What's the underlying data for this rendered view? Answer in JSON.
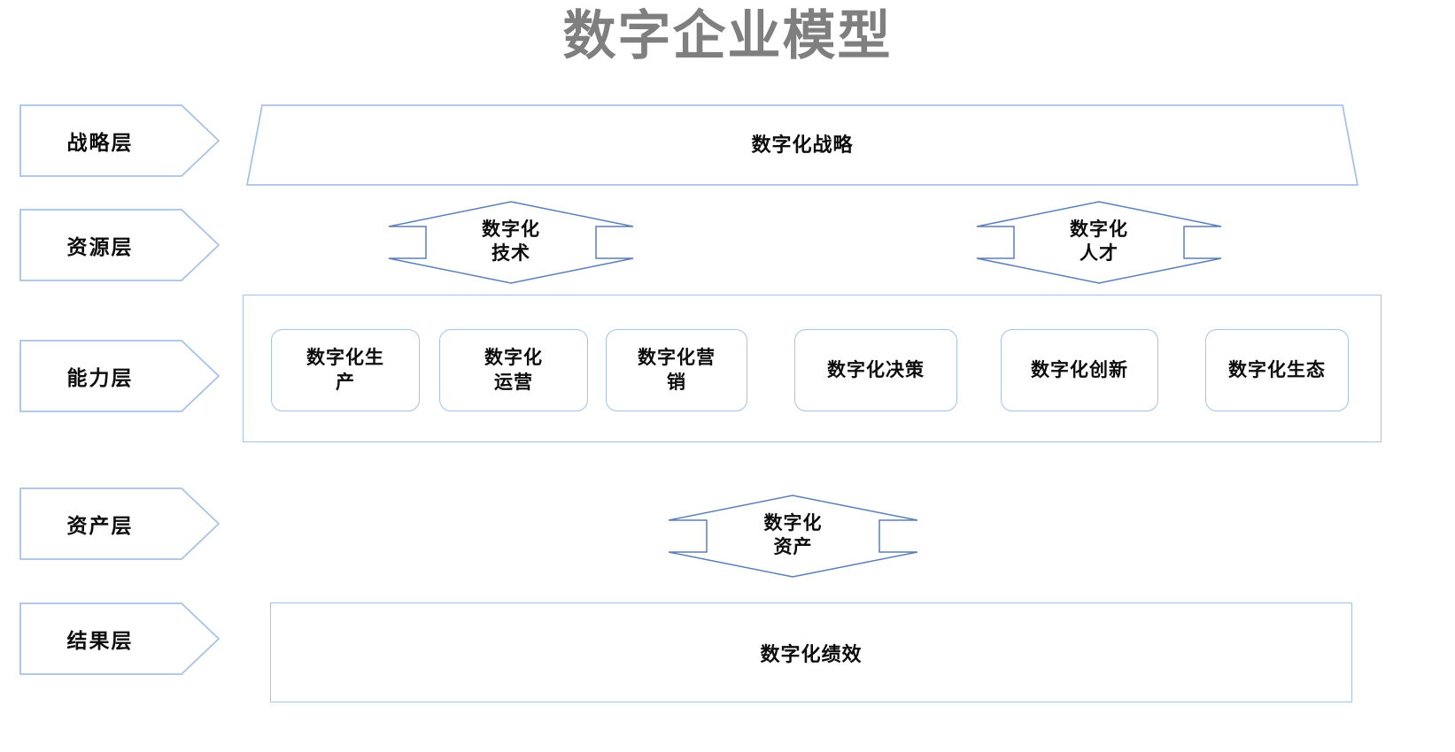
{
  "title": "数字企业模型",
  "title_color": "#7f7f7f",
  "accent_color": "#a6c3e6",
  "text_color": "#0d0d0d",
  "layers": [
    {
      "id": "strategy",
      "label": "战略层"
    },
    {
      "id": "resource",
      "label": "资源层"
    },
    {
      "id": "capability",
      "label": "能力层"
    },
    {
      "id": "asset",
      "label": "资产层"
    },
    {
      "id": "result",
      "label": "结果层"
    }
  ],
  "strategy": {
    "banner_label": "数字化战略"
  },
  "resource": {
    "items": [
      {
        "id": "tech",
        "label": "数字化\n技术"
      },
      {
        "id": "talent",
        "label": "数字化\n人才"
      }
    ]
  },
  "capability": {
    "items": [
      {
        "id": "production",
        "label": "数字化生\n产"
      },
      {
        "id": "operation",
        "label": "数字化\n运营"
      },
      {
        "id": "marketing",
        "label": "数字化营\n销"
      },
      {
        "id": "decision",
        "label": "数字化决策"
      },
      {
        "id": "innovation",
        "label": "数字化创新"
      },
      {
        "id": "ecology",
        "label": "数字化生态"
      }
    ]
  },
  "asset": {
    "banner_label": "数字化\n资产"
  },
  "result": {
    "banner_label": "数字化绩效"
  }
}
